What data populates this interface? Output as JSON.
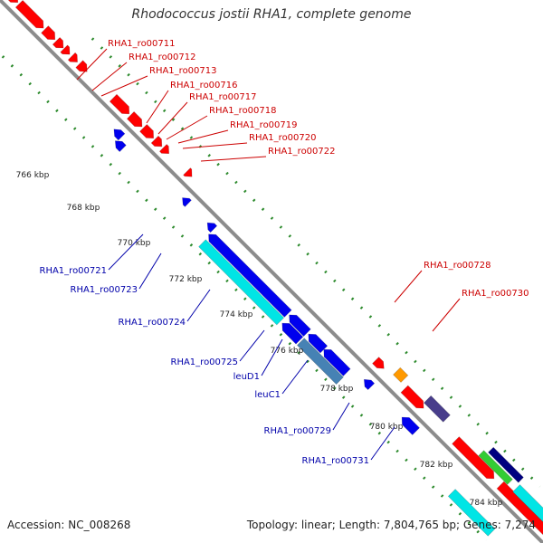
{
  "title": "Rhodococcus jostii RHA1, complete genome",
  "accession": "Accession: NC_008268",
  "summary": "Topology: linear; Length: 7,804,765 bp; Genes: 7,274",
  "colors": {
    "backbone": "#8c8c8c",
    "tick_dots": "#2e8b2e",
    "forward_gene": "#ff0000",
    "reverse_gene": "#0000ee",
    "label_forward": "#cc0000",
    "label_reverse": "#0000aa",
    "cyan_feature": "#00e5e5",
    "steel_feature": "#4682b4",
    "orange_feature": "#ff9900",
    "slate_feature": "#483d8b",
    "navy_feature": "#000080",
    "green_feature": "#33cc33"
  },
  "scale_labels": [
    "766 kbp",
    "768 kbp",
    "770 kbp",
    "772 kbp",
    "774 kbp",
    "776 kbp",
    "778 kbp",
    "780 kbp",
    "782 kbp",
    "784 kbp"
  ],
  "forward_labels": [
    "RHA1_ro00711",
    "RHA1_ro00712",
    "RHA1_ro00713",
    "RHA1_ro00716",
    "RHA1_ro00717",
    "RHA1_ro00718",
    "RHA1_ro00719",
    "RHA1_ro00720",
    "RHA1_ro00722"
  ],
  "forward_labels_right": [
    "RHA1_ro00728",
    "RHA1_ro00730"
  ],
  "reverse_labels": [
    "RHA1_ro00721",
    "RHA1_ro00723",
    "RHA1_ro00724",
    "RHA1_ro00725",
    "leuD1",
    "leuC1",
    "RHA1_ro00729",
    "RHA1_ro00731"
  ]
}
